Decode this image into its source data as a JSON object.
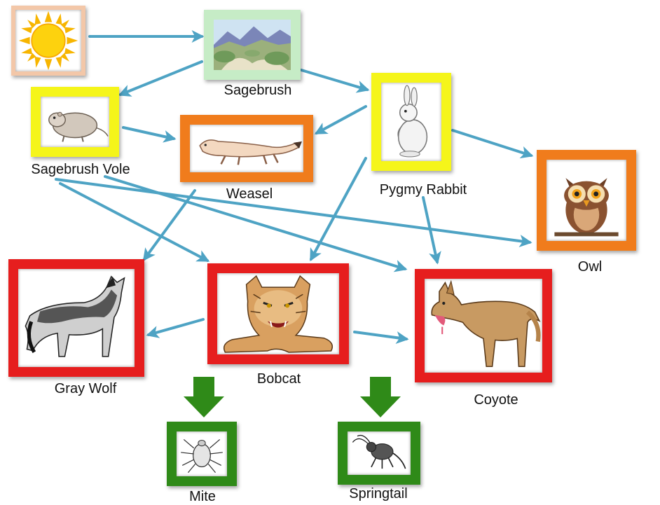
{
  "colors": {
    "arrow": "#4ea3c4",
    "down_arrow": "#2f8a18",
    "producer_frame": "#c6ecc6",
    "sun_frame": "#f3c7a8",
    "primary_consumer_frame": "#f5f51a",
    "secondary_consumer_frame": "#f07c1c",
    "tertiary_consumer_frame": "#e61e1e",
    "decomposer_frame": "#2f8a18"
  },
  "nodes": {
    "sun": {
      "label": "",
      "icon": "sun-icon"
    },
    "sagebrush": {
      "label": "Sagebrush",
      "icon": "sagebrush-landscape-icon"
    },
    "sagebrush_vole": {
      "label": "Sagebrush Vole",
      "icon": "vole-icon"
    },
    "pygmy_rabbit": {
      "label": "Pygmy Rabbit",
      "icon": "rabbit-icon"
    },
    "weasel": {
      "label": "Weasel",
      "icon": "weasel-icon"
    },
    "owl": {
      "label": "Owl",
      "icon": "owl-icon"
    },
    "gray_wolf": {
      "label": "Gray Wolf",
      "icon": "wolf-icon"
    },
    "bobcat": {
      "label": "Bobcat",
      "icon": "bobcat-icon"
    },
    "coyote": {
      "label": "Coyote",
      "icon": "coyote-icon"
    },
    "mite": {
      "label": "Mite",
      "icon": "mite-icon"
    },
    "springtail": {
      "label": "Springtail",
      "icon": "springtail-icon"
    }
  },
  "edges": [
    {
      "from": "sun",
      "to": "sagebrush"
    },
    {
      "from": "sagebrush",
      "to": "sagebrush_vole"
    },
    {
      "from": "sagebrush",
      "to": "pygmy_rabbit"
    },
    {
      "from": "sagebrush_vole",
      "to": "weasel"
    },
    {
      "from": "pygmy_rabbit",
      "to": "weasel"
    },
    {
      "from": "pygmy_rabbit",
      "to": "owl"
    },
    {
      "from": "sagebrush_vole",
      "to": "owl"
    },
    {
      "from": "sagebrush_vole",
      "to": "bobcat"
    },
    {
      "from": "sagebrush_vole",
      "to": "coyote"
    },
    {
      "from": "weasel",
      "to": "gray_wolf"
    },
    {
      "from": "pygmy_rabbit",
      "to": "bobcat"
    },
    {
      "from": "pygmy_rabbit",
      "to": "coyote"
    },
    {
      "from": "bobcat",
      "to": "gray_wolf"
    },
    {
      "from": "bobcat",
      "to": "coyote"
    }
  ],
  "decomposer_links": [
    {
      "from": "bobcat",
      "to": "mite"
    },
    {
      "from": "bobcat",
      "to": "springtail"
    }
  ]
}
